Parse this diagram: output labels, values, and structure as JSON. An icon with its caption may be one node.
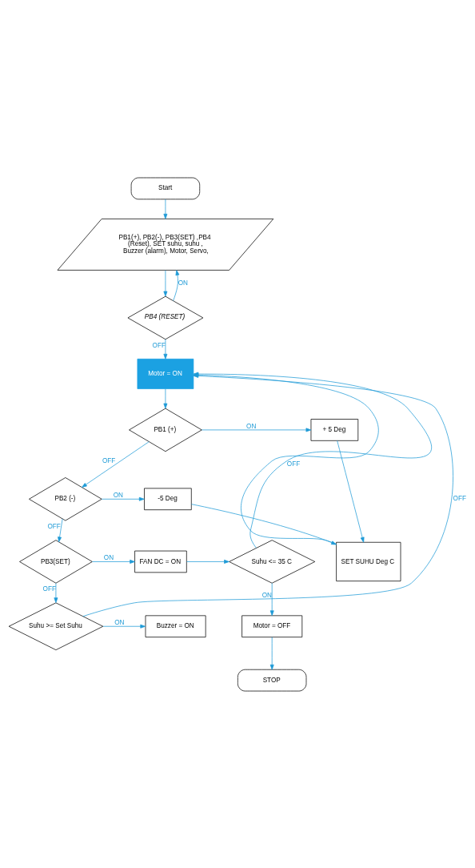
{
  "diagram": {
    "nodes": [
      {
        "text": [
          "Start"
        ]
      },
      {
        "text": [
          "PB1(+), PB2(-), PB3(SET) ,PB4 (Reset), SET suhu, suhu , Buzzer (alarm), Motor, Servo,"
        ]
      },
      {
        "text": [
          "PB4 (RESET)"
        ]
      },
      {
        "text": [
          "Motor = ON"
        ]
      },
      {
        "text": [
          "PB1 (+)"
        ]
      },
      {
        "text": [
          "+ 5 Deg"
        ]
      },
      {
        "text": [
          "SET SUHU Deg C"
        ]
      },
      {
        "text": [
          "PB2 (-)"
        ]
      },
      {
        "text": [
          "-5 Deg"
        ]
      },
      {
        "text": [
          "PB3(SET)"
        ]
      },
      {
        "text": [
          "FAN DC = ON"
        ]
      },
      {
        "text": [
          "Suhu <= 35 C"
        ]
      },
      {
        "text": [
          "Suhu >= Set Suhu"
        ]
      },
      {
        "text": [
          "Buzzer = ON"
        ]
      },
      {
        "text": [
          "Motor = OFF"
        ]
      },
      {
        "text": [
          "STOP"
        ]
      }
    ],
    "edges": [
      {
        "from": 0,
        "to": 1,
        "arrow": "to"
      },
      {
        "from": 1,
        "to": 2,
        "arrow": "to"
      },
      {
        "from": 2,
        "to": 1,
        "arrow": "to",
        "label": "ON"
      },
      {
        "from": 2,
        "to": 3,
        "arrow": "to",
        "label": "OFF"
      },
      {
        "from": 3,
        "to": 4,
        "arrow": "to"
      },
      {
        "from": 4,
        "to": 5,
        "arrow": "to",
        "label": "ON"
      },
      {
        "from": 5,
        "to": 6,
        "arrow": "to"
      },
      {
        "from": 4,
        "to": 7,
        "arrow": "to",
        "label": "OFF"
      },
      {
        "from": 7,
        "to": 8,
        "arrow": "to",
        "label": "ON"
      },
      {
        "from": 8,
        "to": 6,
        "arrow": "to"
      },
      {
        "from": 6,
        "to": 3,
        "arrow": "to"
      },
      {
        "from": 7,
        "to": 9,
        "arrow": "to",
        "label": "OFF"
      },
      {
        "from": 9,
        "to": 10,
        "arrow": "to",
        "label": "ON"
      },
      {
        "from": 10,
        "to": 11,
        "arrow": "to"
      },
      {
        "from": 11,
        "to": 3,
        "arrow": "to",
        "label": "OFF"
      },
      {
        "from": 11,
        "to": 14,
        "arrow": "to",
        "label": "ON"
      },
      {
        "from": 14,
        "to": 15,
        "arrow": "to"
      },
      {
        "from": 9,
        "to": 12,
        "arrow": "to",
        "label": "OFF"
      },
      {
        "from": 12,
        "to": 13,
        "arrow": "to",
        "label": "ON"
      },
      {
        "from": 12,
        "to": 3,
        "arrow": "to",
        "label": "OFF"
      }
    ]
  }
}
